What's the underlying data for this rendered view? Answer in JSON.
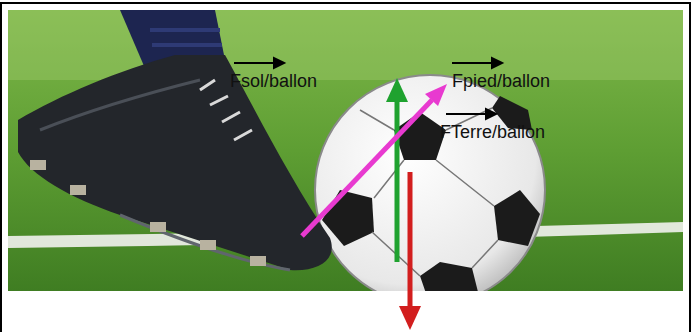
{
  "diagram": {
    "labels": [
      "Fsol/ballon",
      "Fpied/ballon",
      "FTerre/ballon"
    ]
  }
}
